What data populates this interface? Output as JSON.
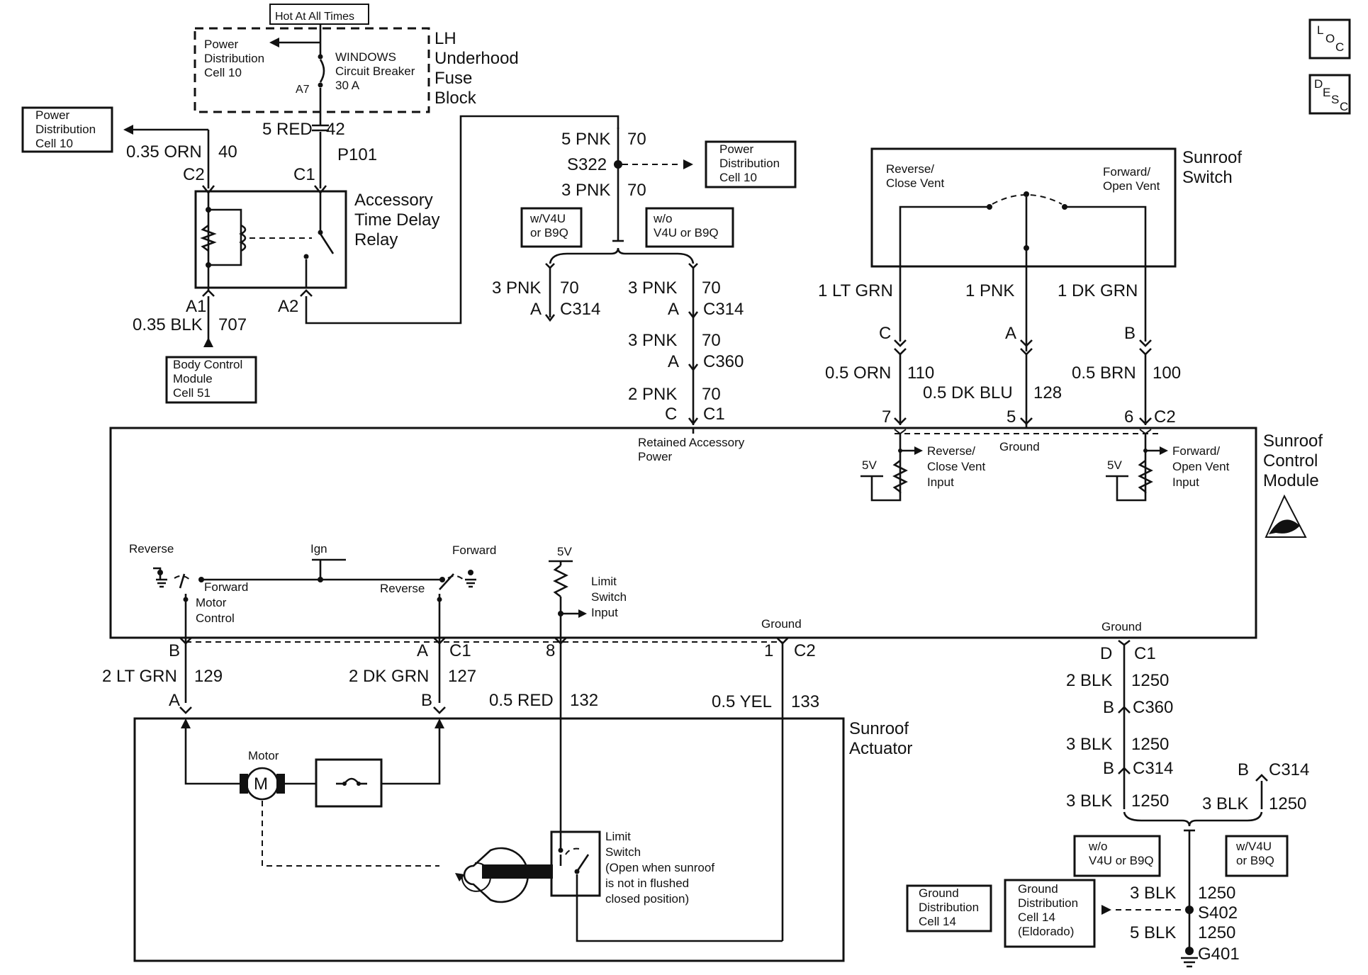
{
  "fuse_block": {
    "hot": "Hot At All Times",
    "title": [
      "LH",
      "Underhood",
      "Fuse",
      "Block"
    ],
    "power_ref": [
      "Power",
      "Distribution",
      "Cell 10"
    ],
    "breaker": [
      "WINDOWS",
      "Circuit Breaker",
      "30 A"
    ],
    "cavity": "A7"
  },
  "relay": {
    "title": [
      "Accessory",
      "Time Delay",
      "Relay"
    ],
    "power_ref": [
      "Power",
      "Distribution",
      "Cell 10"
    ],
    "bcm_ref": [
      "Body Control",
      "Module",
      "Cell 51"
    ],
    "left_wire": "0.35 ORN",
    "left_circuit": "40",
    "left_pin": "C2",
    "feed_wire": "5 RED",
    "feed_circuit": "42",
    "feed_conn": "P101",
    "feed_pin": "C1",
    "a1": "A1",
    "a2": "A2",
    "bcm_wire": "0.35 BLK",
    "bcm_circuit": "707"
  },
  "splice_s322": {
    "top_wire": "5 PNK",
    "top_circuit": "70",
    "name": "S322",
    "power_ref": [
      "Power",
      "Distribution",
      "Cell 10"
    ],
    "bottom_wire": "3 PNK",
    "bottom_circuit": "70",
    "opt_with": [
      "w/V4U",
      "or B9Q"
    ],
    "opt_without": [
      "w/o",
      "V4U or B9Q"
    ],
    "left_wire": "3 PNK",
    "left_circuit": "70",
    "left_pin": "A",
    "left_conn": "C314",
    "right_wire1": "3 PNK",
    "right_circuit1": "70",
    "right_pin1": "A",
    "right_conn1": "C314",
    "right_wire2": "3 PNK",
    "right_circuit2": "70",
    "right_pin2": "A",
    "right_conn2": "C360",
    "right_wire3": "2 PNK",
    "right_circuit3": "70",
    "right_pin3": "C",
    "right_conn3": "C1"
  },
  "sunroof_switch": {
    "title": [
      "Sunroof",
      "Switch"
    ],
    "reverse": [
      "Reverse/",
      "Close Vent"
    ],
    "forward": [
      "Forward/",
      "Open Vent"
    ],
    "wire_c": "1 LT GRN",
    "wire_a": "1 PNK",
    "wire_b": "1 DK GRN",
    "pin_c": "C",
    "pin_a": "A",
    "pin_b": "B",
    "m_wire_c": "0.5 ORN",
    "m_circ_c": "110",
    "m_wire_a": "0.5 DK BLU",
    "m_circ_a": "128",
    "m_wire_b": "0.5 BRN",
    "m_circ_b": "100",
    "m_pin_7": "7",
    "m_pin_5": "5",
    "m_pin_6": "6",
    "m_conn": "C2"
  },
  "module": {
    "title": [
      "Sunroof",
      "Control",
      "Module"
    ],
    "retained": [
      "Retained Accessory",
      "Power"
    ],
    "ground_top": "Ground",
    "rev_input": [
      "Reverse/",
      "Close Vent",
      "Input"
    ],
    "fwd_input": [
      "Forward/",
      "Open Vent",
      "Input"
    ],
    "v5": "5V",
    "reverse": "Reverse",
    "forward": "Forward",
    "ign": "Ign",
    "forward2": "Forward",
    "reverse2": "Reverse",
    "motor_control": [
      "Motor",
      "Control"
    ],
    "limit_input": [
      "Limit",
      "Switch",
      "Input"
    ],
    "ground_mid": "Ground",
    "ground_right": "Ground"
  },
  "lower": {
    "pin_b": "B",
    "pin_a": "A",
    "conn_c1": "C1",
    "pin_8": "8",
    "pin_1": "1",
    "conn_c2": "C2",
    "wire_129": "2 LT GRN",
    "circ_129": "129",
    "wire_127": "2 DK GRN",
    "circ_127": "127",
    "wire_132": "0.5 RED",
    "circ_132": "132",
    "wire_133": "0.5 YEL",
    "circ_133": "133",
    "act_pin_a": "A",
    "act_pin_b": "B"
  },
  "actuator": {
    "title": [
      "Sunroof",
      "Actuator"
    ],
    "motor_label": "Motor",
    "motor_symbol": "M",
    "limit": [
      "Limit",
      "Switch",
      "(Open when sunroof",
      "is not in flushed",
      "closed position)"
    ]
  },
  "ground_path": {
    "pin_d": "D",
    "conn_c1": "C1",
    "wire1": "2 BLK",
    "circ1": "1250",
    "pin_b1": "B",
    "conn1": "C360",
    "wire2": "3 BLK",
    "circ2": "1250",
    "pin_b2": "B",
    "conn2": "C314",
    "wire3": "3 BLK",
    "circ3": "1250",
    "alt_pin": "B",
    "alt_conn": "C314",
    "alt_wire": "3 BLK",
    "alt_circ": "1250",
    "opt_without": [
      "w/o",
      "V4U or B9Q"
    ],
    "opt_with": [
      "w/V4U",
      "or B9Q"
    ],
    "gd_ref": [
      "Ground",
      "Distribution",
      "Cell 14"
    ],
    "gd_ref2": [
      "Ground",
      "Distribution",
      "Cell 14",
      "(Eldorado)"
    ],
    "s_wire1": "3 BLK",
    "s_circ1": "1250",
    "splice": "S402",
    "s_wire2": "5 BLK",
    "s_circ2": "1250",
    "ground": "G401"
  },
  "badges": {
    "loc": [
      "L",
      "O",
      "C"
    ],
    "desc": [
      "D",
      "E",
      "S",
      "C"
    ]
  }
}
